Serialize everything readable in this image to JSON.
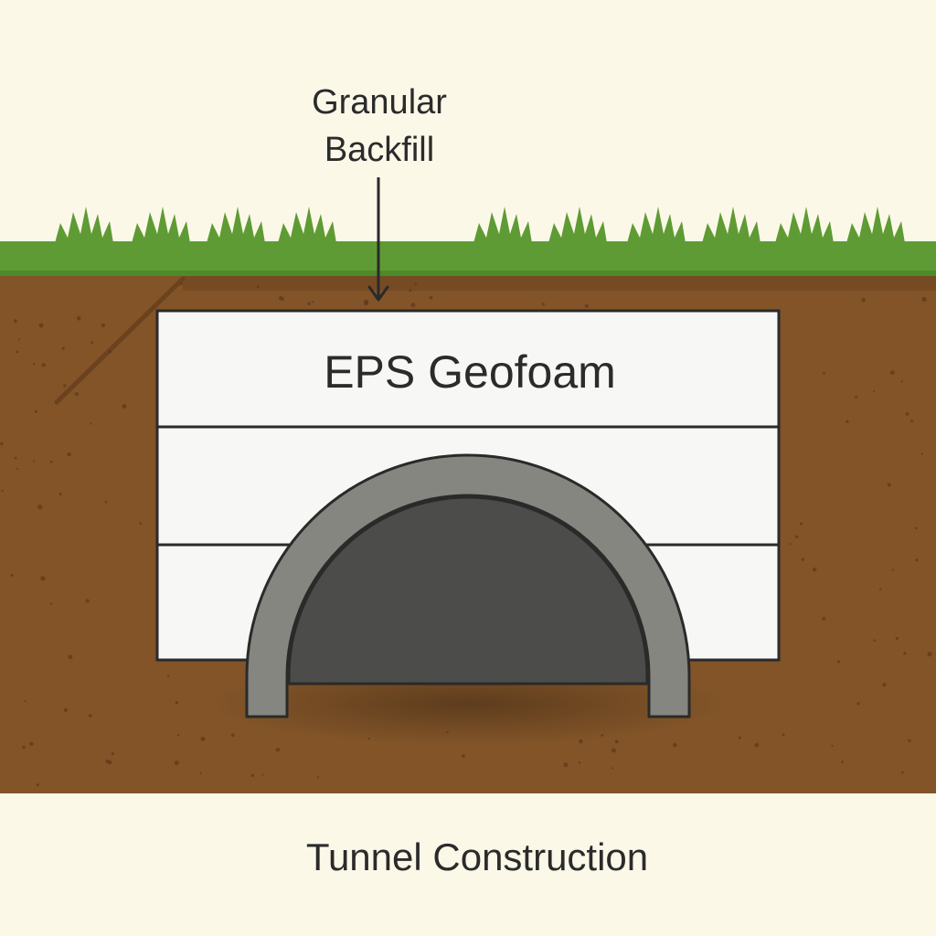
{
  "labels": {
    "backfill_line1": "Granular",
    "backfill_line2": "Backfill",
    "geofoam": "EPS Geofoam",
    "caption": "Tunnel Construction"
  },
  "colors": {
    "background": "#fcf8e8",
    "grass": "#5e9b34",
    "grass_dark": "#4d8a2a",
    "soil": "#825428",
    "soil_dark": "#6e4420",
    "soil_speck": "#5b3819",
    "geofoam": "#f7f7f5",
    "tunnel_lining": "#868680",
    "tunnel_interior": "#4c4d4a",
    "outline": "#2a2a2a"
  },
  "icons": {
    "arrow": "down-arrow-icon",
    "grass": "grass-tuft-icon"
  }
}
